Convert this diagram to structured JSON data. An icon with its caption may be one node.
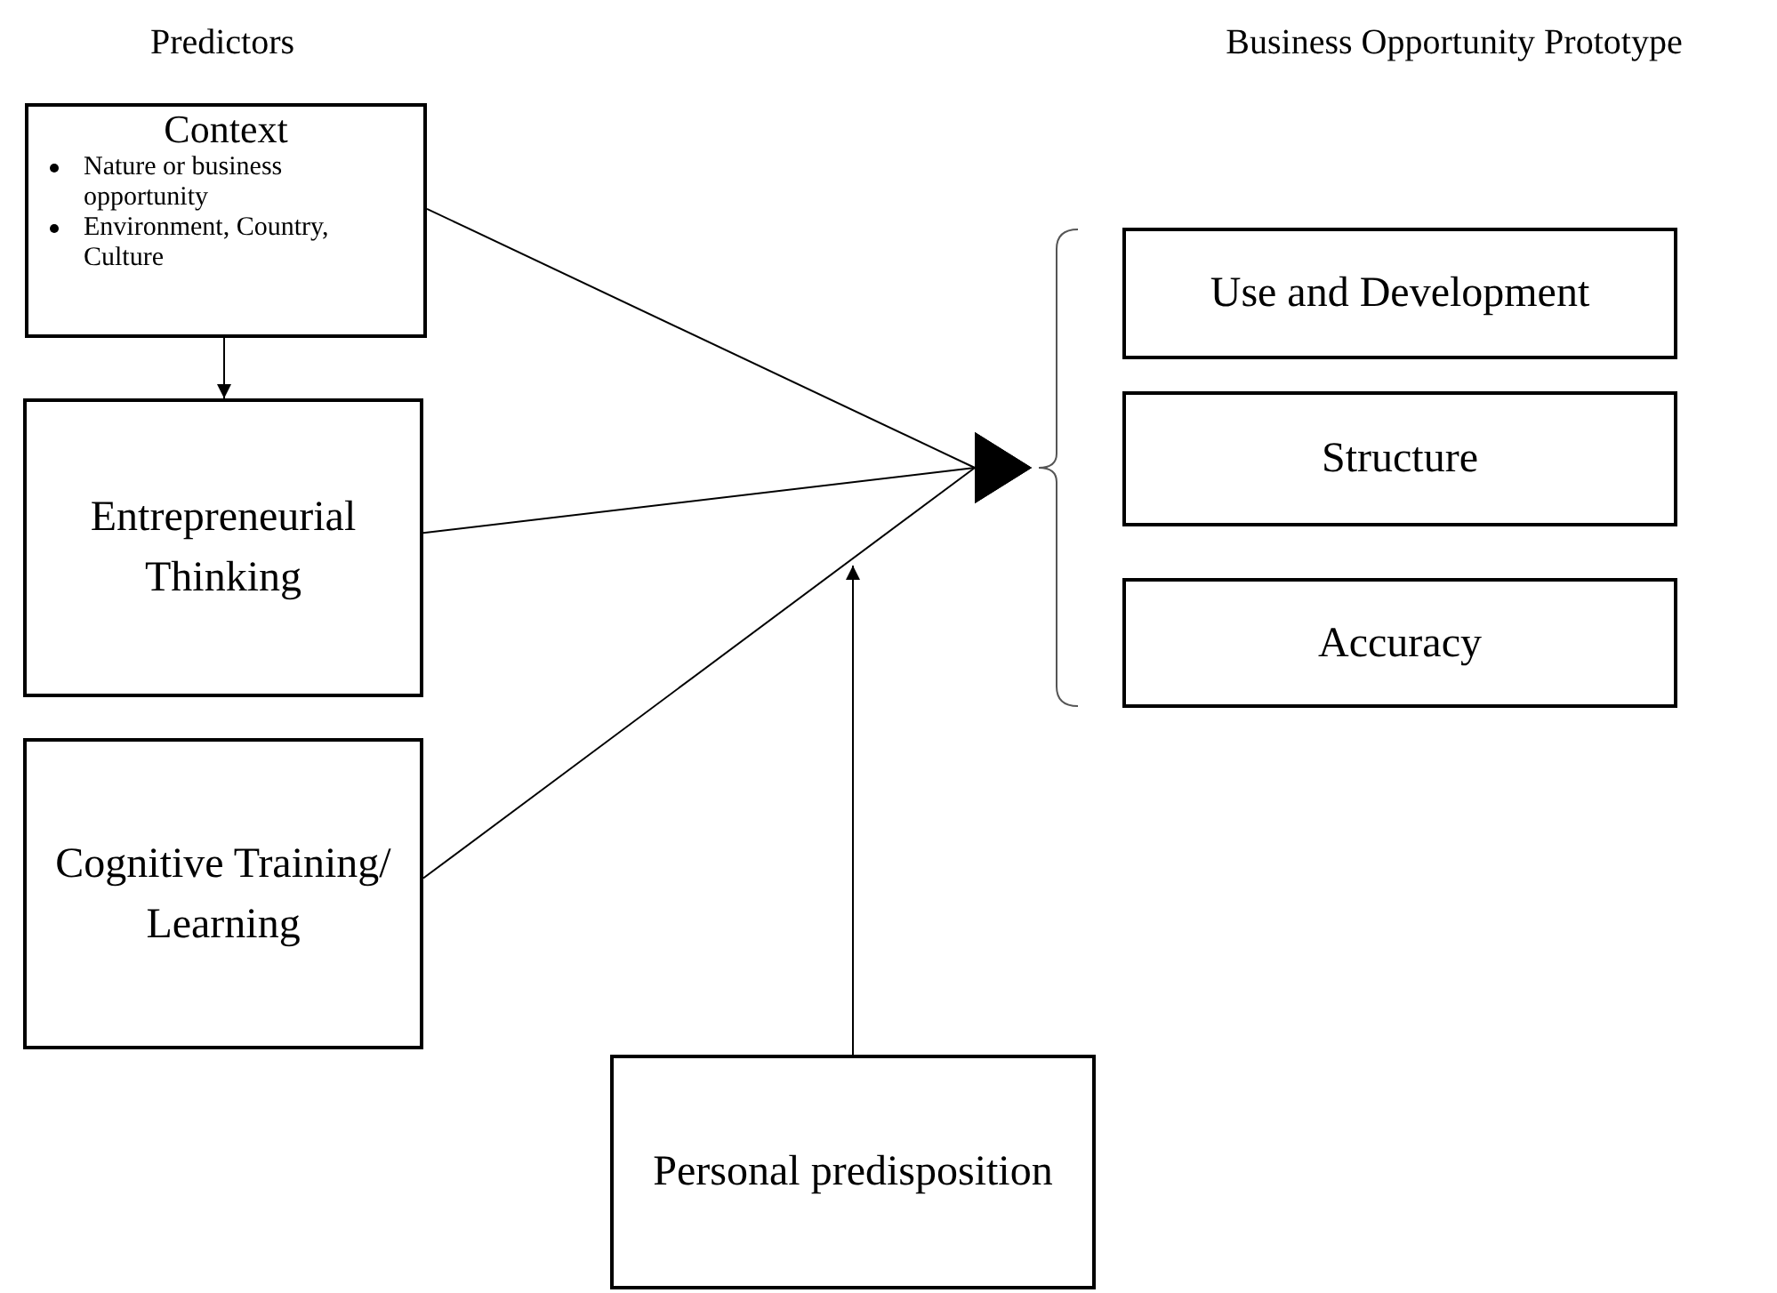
{
  "diagram": {
    "nodes": [
      {
        "text": [
          "Context",
          "Nature or business opportunity",
          "Environment, Country, Culture"
        ]
      },
      {
        "text": [
          "Entrepreneurial Thinking"
        ]
      },
      {
        "text": [
          "Cognitive Training/ Learning"
        ]
      },
      {
        "text": [
          "Personal predisposition"
        ]
      },
      {
        "text": [],
        "shape": "bracket"
      },
      {
        "text": [
          "Use and Development"
        ]
      },
      {
        "text": [
          "Structure"
        ]
      },
      {
        "text": [
          "Accuracy"
        ]
      }
    ],
    "edges": [
      {
        "from": 0,
        "to": 1,
        "arrow": "to"
      },
      {
        "from": 0,
        "to": 4,
        "arrow": "to"
      },
      {
        "from": 1,
        "to": 4,
        "arrow": "to"
      },
      {
        "from": 2,
        "to": 4,
        "arrow": "to"
      },
      {
        "from": 3,
        "to": null,
        "arrow": "to"
      }
    ],
    "labels": [
      "Predictors",
      "Business Opportunity Prototype"
    ]
  }
}
